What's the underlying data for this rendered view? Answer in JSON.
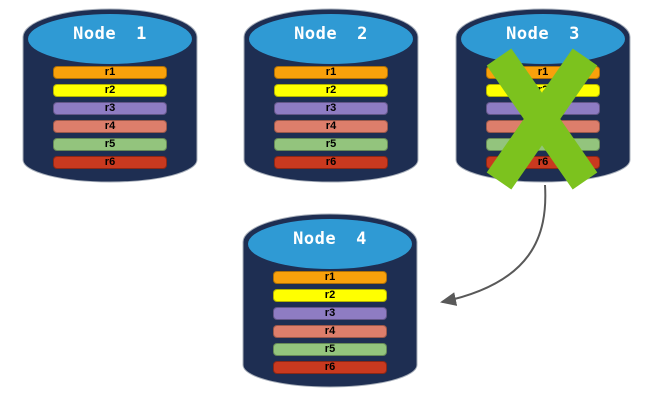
{
  "diagram": {
    "nodes": [
      {
        "label": "Node 1",
        "crossed_out": false,
        "rows": [
          {
            "label": "r1",
            "color": "#F9A10B"
          },
          {
            "label": "r2",
            "color": "#FFFF00"
          },
          {
            "label": "r3",
            "color": "#8E7CC3"
          },
          {
            "label": "r4",
            "color": "#DD7E6B"
          },
          {
            "label": "r5",
            "color": "#93C47D"
          },
          {
            "label": "r6",
            "color": "#C9391F"
          }
        ]
      },
      {
        "label": "Node 2",
        "crossed_out": false,
        "rows": [
          {
            "label": "r1",
            "color": "#F9A10B"
          },
          {
            "label": "r2",
            "color": "#FFFF00"
          },
          {
            "label": "r3",
            "color": "#8E7CC3"
          },
          {
            "label": "r4",
            "color": "#DD7E6B"
          },
          {
            "label": "r5",
            "color": "#93C47D"
          },
          {
            "label": "r6",
            "color": "#C9391F"
          }
        ]
      },
      {
        "label": "Node 3",
        "crossed_out": true,
        "rows": [
          {
            "label": "r1",
            "color": "#F9A10B"
          },
          {
            "label": "r2",
            "color": "#FFFF00"
          },
          {
            "label": "r3",
            "color": "#8E7CC3"
          },
          {
            "label": "r4",
            "color": "#DD7E6B"
          },
          {
            "label": "r5",
            "color": "#93C47D"
          },
          {
            "label": "r6",
            "color": "#C9391F"
          }
        ]
      },
      {
        "label": "Node 4",
        "crossed_out": false,
        "rows": [
          {
            "label": "r1",
            "color": "#F9A10B"
          },
          {
            "label": "r2",
            "color": "#FFFF00"
          },
          {
            "label": "r3",
            "color": "#8E7CC3"
          },
          {
            "label": "r4",
            "color": "#DD7E6B"
          },
          {
            "label": "r5",
            "color": "#93C47D"
          },
          {
            "label": "r6",
            "color": "#C9391F"
          }
        ]
      }
    ],
    "colors": {
      "cylinder_body": "#1E2E52",
      "cylinder_top": "#2F9AD4",
      "failure_x": "#7CC21E",
      "arrow": "#595959"
    }
  }
}
